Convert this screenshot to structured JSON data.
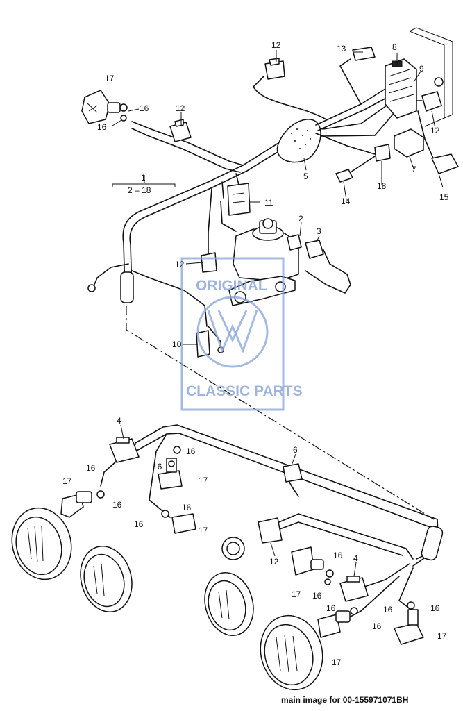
{
  "callouts": {
    "c1": "1",
    "c2_18": "2 – 18",
    "c2": "2",
    "c3": "3",
    "c4a": "4",
    "c4b": "4",
    "c5": "5",
    "c6": "6",
    "c7": "7",
    "c8": "8",
    "c9": "9",
    "c10": "10",
    "c11": "11",
    "c12a": "12",
    "c12b": "12",
    "c12c": "12",
    "c12d": "12",
    "c12e": "12",
    "c13": "13",
    "c14": "14",
    "c15": "15",
    "c16a": "16",
    "c16b": "16",
    "c16c": "16",
    "c16d": "16",
    "c16e": "16",
    "c16f": "16",
    "c16g": "16",
    "c16h": "16",
    "c16i": "16",
    "c16j": "16",
    "c16k": "16",
    "c16l": "16",
    "c16m": "16",
    "c16n": "16",
    "c17a": "17",
    "c17b": "17",
    "c17c": "17",
    "c17d": "17",
    "c17e": "17",
    "c17f": "17",
    "c18": "18"
  },
  "watermark": {
    "top": "ORIGINAL",
    "bottom": "CLASSIC PARTS"
  },
  "caption": "main image for 00-155971071BH"
}
